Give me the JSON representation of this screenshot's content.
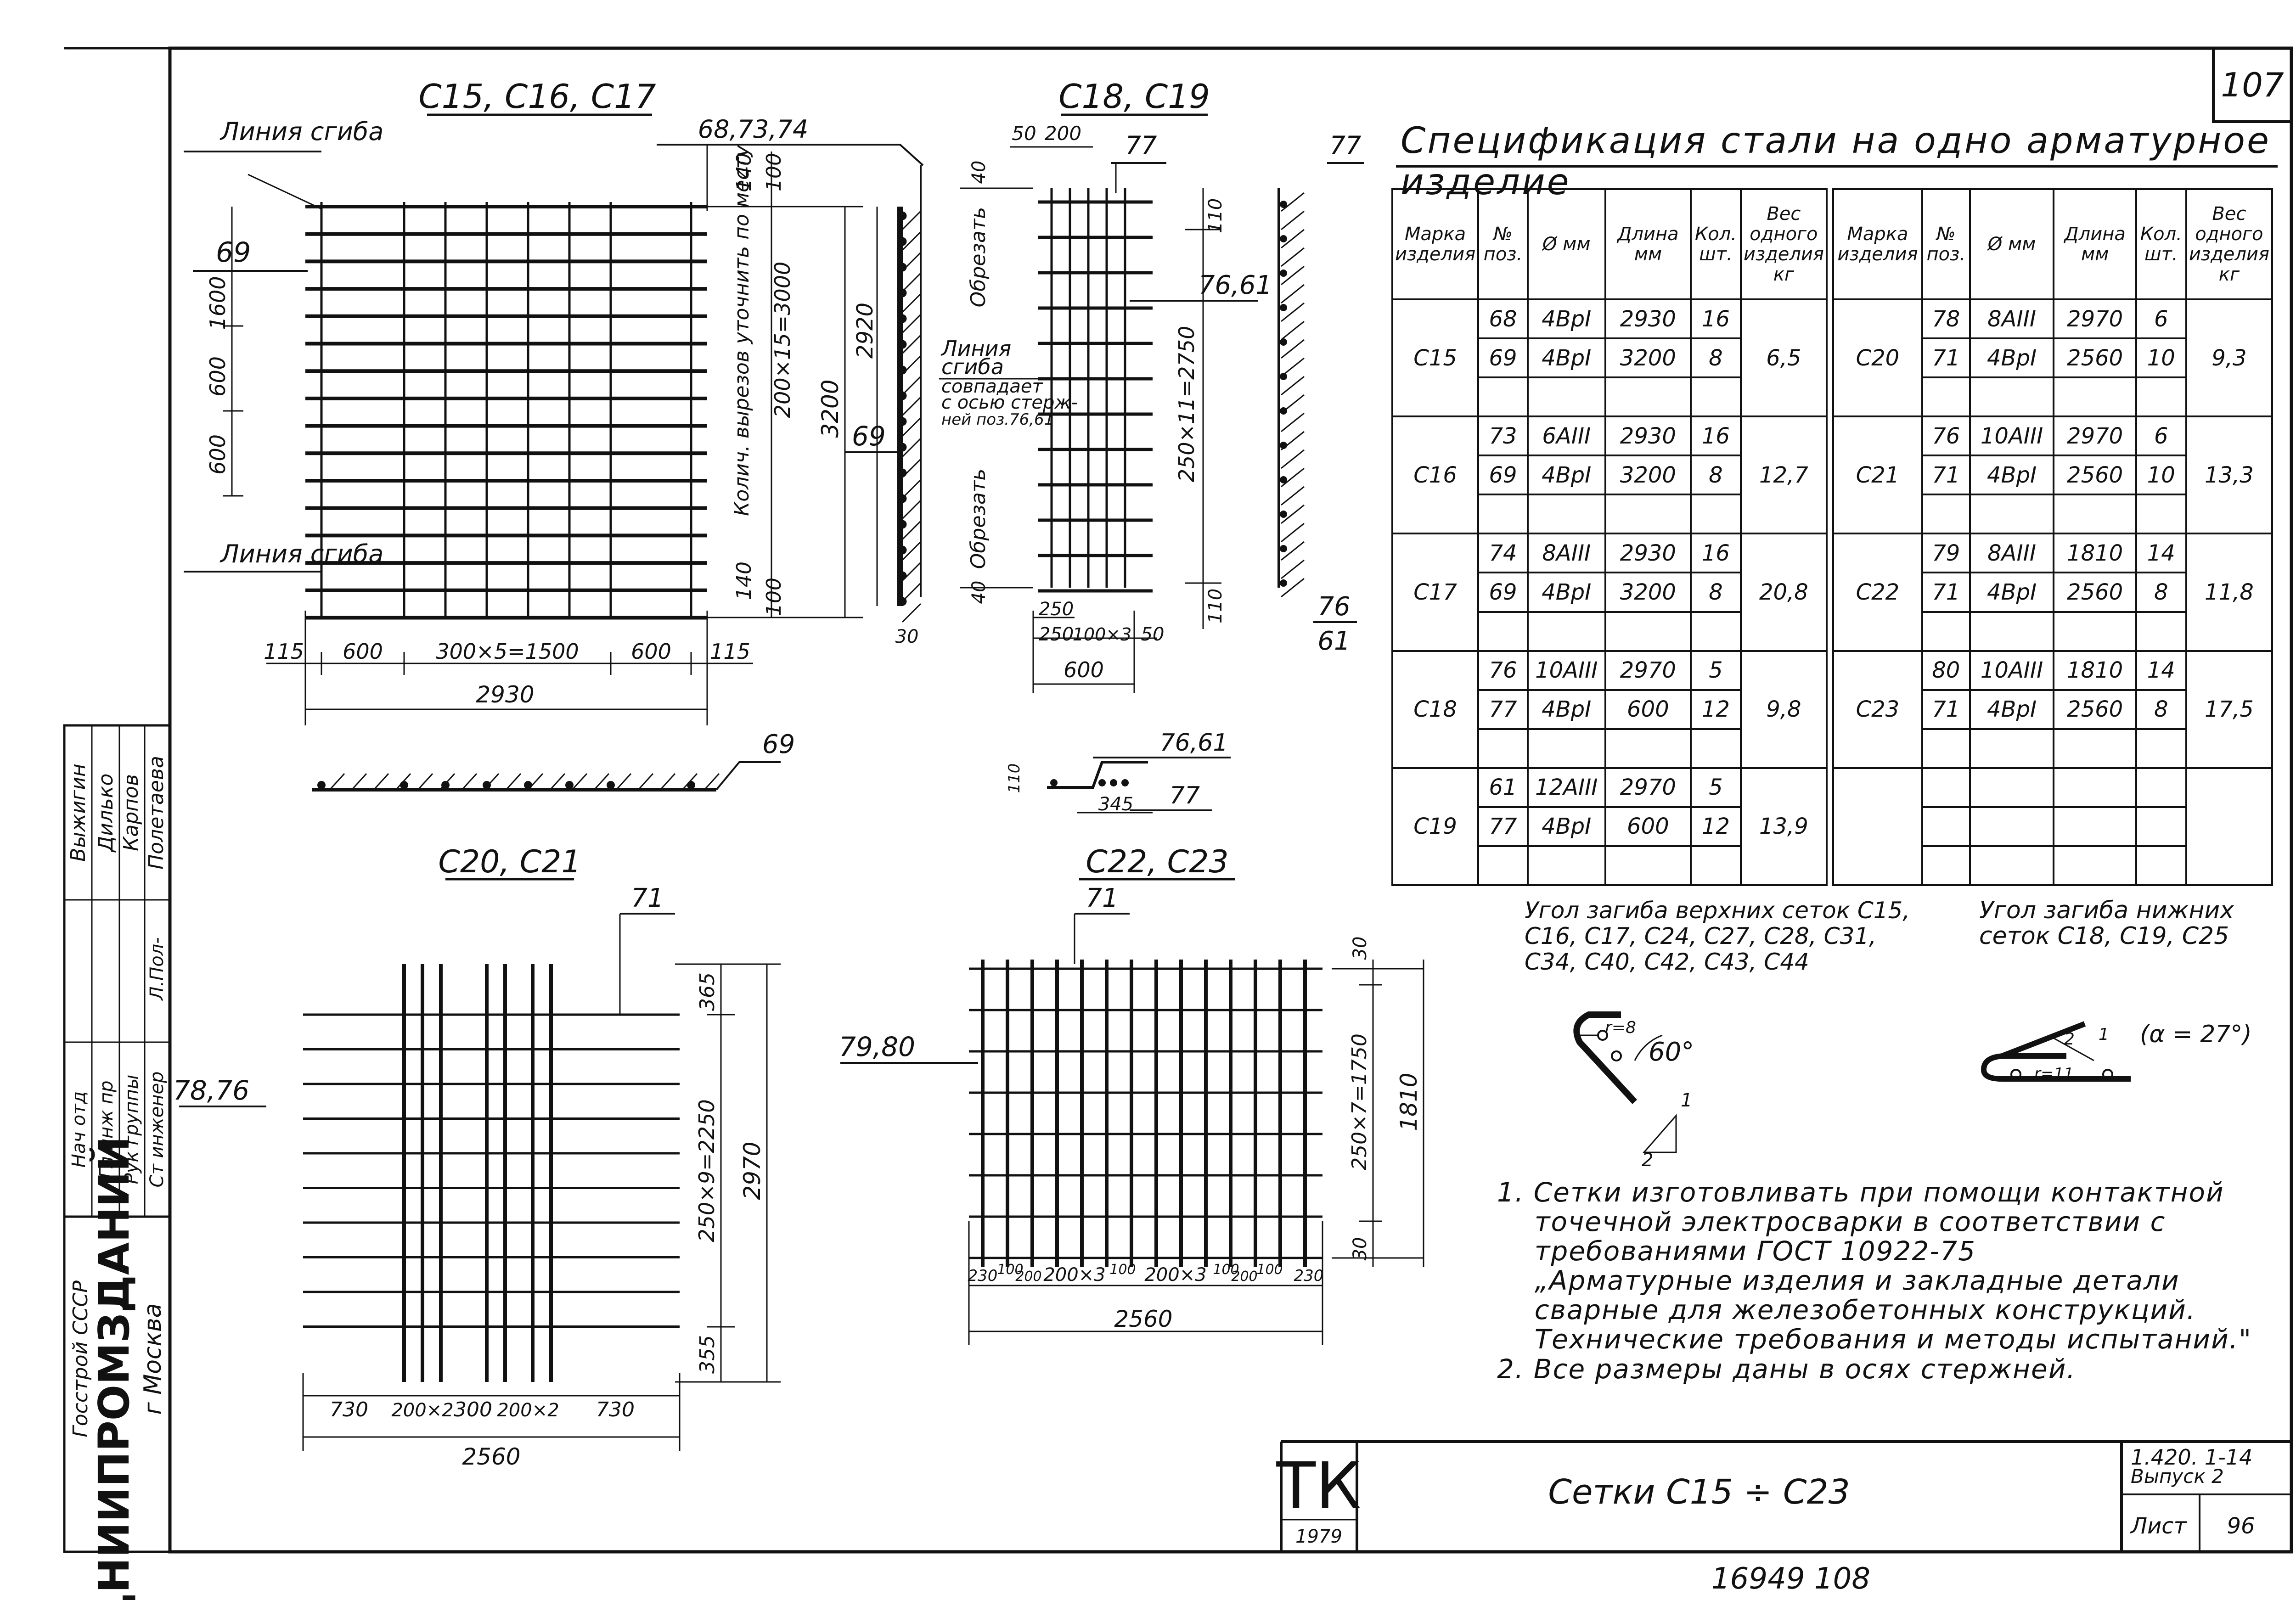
{
  "sheet_no": "107",
  "bottom_numbers": "16949    108",
  "spec": {
    "title": "Спецификация стали на одно арматурное изделие",
    "headers": {
      "mark": "Марка изделия",
      "pos": "№ поз.",
      "dia": "Ø мм",
      "len": "Длина мм",
      "qty": "Кол. шт.",
      "weight": "Вес одного изделия кг"
    },
    "left": [
      {
        "mark": "C15",
        "weight": "6,5",
        "rows": [
          {
            "pos": "68",
            "dia": "4BpI",
            "len": "2930",
            "qty": "16"
          },
          {
            "pos": "69",
            "dia": "4BpI",
            "len": "3200",
            "qty": "8"
          }
        ]
      },
      {
        "mark": "C16",
        "weight": "12,7",
        "rows": [
          {
            "pos": "73",
            "dia": "6AIII",
            "len": "2930",
            "qty": "16"
          },
          {
            "pos": "69",
            "dia": "4BpI",
            "len": "3200",
            "qty": "8"
          }
        ]
      },
      {
        "mark": "C17",
        "weight": "20,8",
        "rows": [
          {
            "pos": "74",
            "dia": "8AIII",
            "len": "2930",
            "qty": "16"
          },
          {
            "pos": "69",
            "dia": "4BpI",
            "len": "3200",
            "qty": "8"
          }
        ]
      },
      {
        "mark": "C18",
        "weight": "9,8",
        "rows": [
          {
            "pos": "76",
            "dia": "10AIII",
            "len": "2970",
            "qty": "5"
          },
          {
            "pos": "77",
            "dia": "4BpI",
            "len": "600",
            "qty": "12"
          }
        ]
      },
      {
        "mark": "C19",
        "weight": "13,9",
        "rows": [
          {
            "pos": "61",
            "dia": "12AIII",
            "len": "2970",
            "qty": "5"
          },
          {
            "pos": "77",
            "dia": "4BpI",
            "len": "600",
            "qty": "12"
          }
        ]
      }
    ],
    "right": [
      {
        "mark": "C20",
        "weight": "9,3",
        "rows": [
          {
            "pos": "78",
            "dia": "8AIII",
            "len": "2970",
            "qty": "6"
          },
          {
            "pos": "71",
            "dia": "4BpI",
            "len": "2560",
            "qty": "10"
          }
        ]
      },
      {
        "mark": "C21",
        "weight": "13,3",
        "rows": [
          {
            "pos": "76",
            "dia": "10AIII",
            "len": "2970",
            "qty": "6"
          },
          {
            "pos": "71",
            "dia": "4BpI",
            "len": "2560",
            "qty": "10"
          }
        ]
      },
      {
        "mark": "C22",
        "weight": "11,8",
        "rows": [
          {
            "pos": "79",
            "dia": "8AIII",
            "len": "1810",
            "qty": "14"
          },
          {
            "pos": "71",
            "dia": "4BpI",
            "len": "2560",
            "qty": "8"
          }
        ]
      },
      {
        "mark": "C23",
        "weight": "17,5",
        "rows": [
          {
            "pos": "80",
            "dia": "10AIII",
            "len": "1810",
            "qty": "14"
          },
          {
            "pos": "71",
            "dia": "4BpI",
            "len": "2560",
            "qty": "8"
          }
        ]
      },
      {
        "mark": "",
        "weight": "",
        "rows": [
          {
            "pos": "",
            "dia": "",
            "len": "",
            "qty": ""
          },
          {
            "pos": "",
            "dia": "",
            "len": "",
            "qty": ""
          }
        ]
      }
    ]
  },
  "drawings": {
    "c15": {
      "title": "C15, C16, C17",
      "pos_top": "68,73,74",
      "pos_left": "69",
      "bend_line": "Линия сгиба",
      "bend_line2": "Линия сгиба",
      "dims_bottom": [
        "115",
        "600",
        "300×5=1500",
        "600",
        "115"
      ],
      "total": "2930",
      "dims_left": [
        "1600",
        "600",
        "600"
      ],
      "dims_right": [
        "140",
        "100",
        "200×15=3000",
        "140",
        "100"
      ],
      "height": "3200",
      "side_height": "2920",
      "side_w": "30",
      "note_vert": "Колич. вырезов уточнить по месту",
      "bar69": "69"
    },
    "c18": {
      "title": "C18, C19",
      "dims_top": [
        "50",
        "200"
      ],
      "pos": "77",
      "pos2": "76,61",
      "pos3": "77",
      "dim_mid": "250×11=2750",
      "dim_top": "110",
      "dim_bot": "110",
      "cut": "Обрезать",
      "cut_top": "40",
      "cut_bot": "40",
      "note": "Линия сгиба совпадает с осью стерж- ней поз.76,61",
      "dims_bottom": [
        "250",
        "250",
        "100×3",
        "50"
      ],
      "total": "600",
      "frac_top": "76",
      "frac_bot": "61",
      "bend_pos": "76,61",
      "bend_dim": "345",
      "bend_h": "110",
      "bend_pos2": "77"
    },
    "c20": {
      "title": "C20, C21",
      "pos_top": "71",
      "pos_left": "78,76",
      "dims_bottom": [
        "730",
        "200×2",
        "300",
        "200×2",
        "730"
      ],
      "total": "2560",
      "dims_right": [
        "365",
        "250×9=2250",
        "355"
      ],
      "height": "2970"
    },
    "c22": {
      "title": "C22, C23",
      "pos_top": "71",
      "pos_left": "79,80",
      "dims_bottom": [
        "230",
        "100",
        "200",
        "200×3",
        "100",
        "200×3",
        "100",
        "200",
        "100",
        "230"
      ],
      "total": "2560",
      "dims_right": [
        "30",
        "250×7=1750",
        "30"
      ],
      "height": "1810"
    }
  },
  "angles": {
    "upper_title": "Угол загиба верхних сеток C15, C16, C17, C24, C27, C28, C31, C34, C40, C42, C43, C44",
    "upper_r": "r=8",
    "upper_angle": "60°",
    "upper_k1": "1",
    "upper_k2": "2",
    "lower_title": "Угол загиба нижних сеток C18, C19, C25",
    "lower_r": "r=11",
    "lower_k1": "1",
    "lower_k2": "2",
    "lower_alpha": "(α = 27°)"
  },
  "notes": [
    "1. Сетки изготовливать при помощи контактной\n    точечной электросварки в соответствии с\n    требованиями ГОСТ 10922-75\n    „Арматурные изделия и закладные детали\n    сварные для железобетонных конструкций.\n    Технические требования и методы испытаний.\"",
    "2. Все размеры даны в осях стержней."
  ],
  "stamp": {
    "org_top": "Госстрой СССР",
    "org": "ЦНИИПРОМЗДАНИЙ",
    "city": "г Москва",
    "roles": [
      "Нач отд",
      "Гл инж пр",
      "Рук группы",
      "Ст инженер"
    ],
    "names": [
      "Выжигин",
      "Дилько",
      "Карпов",
      "Полетаева"
    ],
    "signs": [
      "",
      "",
      "",
      "Л.Пол-"
    ],
    "logo": "ТК",
    "year": "1979",
    "title": "Сетки C15 ÷ C23",
    "code": "1.420. 1-14",
    "issue": "Выпуск 2",
    "sheet_label": "Лист",
    "sheet": "96"
  }
}
